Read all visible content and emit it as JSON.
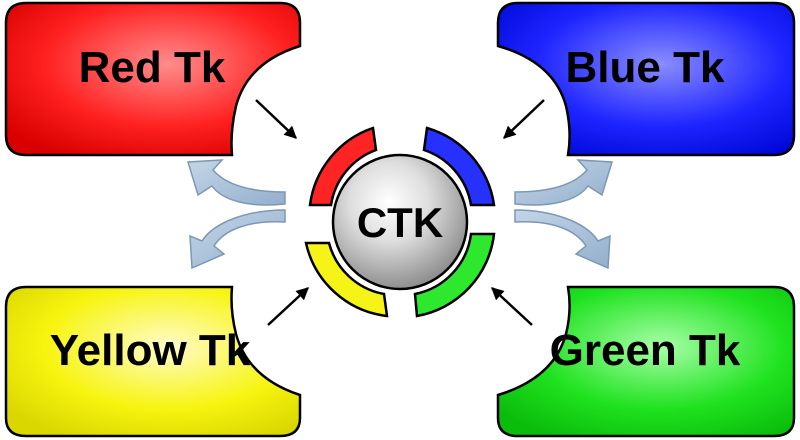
{
  "center": {
    "label": "CTK"
  },
  "boxes": {
    "red": {
      "label": "Red Tk",
      "color": "#ff1b1b"
    },
    "blue": {
      "label": "Blue Tk",
      "color": "#1b22ff"
    },
    "yellow": {
      "label": "Yellow Tk",
      "color": "#f7f516"
    },
    "green": {
      "label": "Green Tk",
      "color": "#1ee11e"
    }
  },
  "segments": {
    "red": "#ff2424",
    "blue": "#2630ff",
    "yellow": "#f6f317",
    "green": "#2ee82e"
  },
  "flow_color": "#a9c0d8"
}
